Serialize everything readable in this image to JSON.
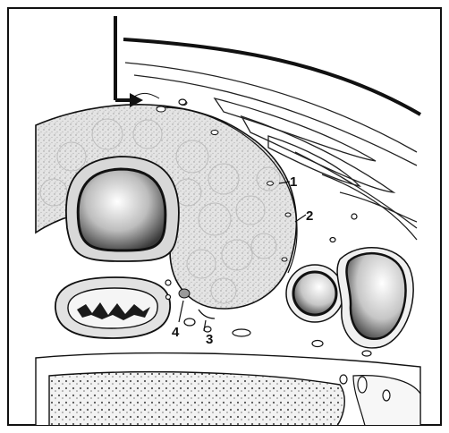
{
  "figure": {
    "labels": [
      {
        "id": "1",
        "text": "1"
      },
      {
        "id": "2",
        "text": "2"
      },
      {
        "id": "3",
        "text": "3"
      },
      {
        "id": "4",
        "text": "4"
      }
    ]
  },
  "colors": {
    "ink": "#111111",
    "background": "#ffffff",
    "stipple": "#d9d9d9",
    "shade": "#8c8c8c"
  }
}
